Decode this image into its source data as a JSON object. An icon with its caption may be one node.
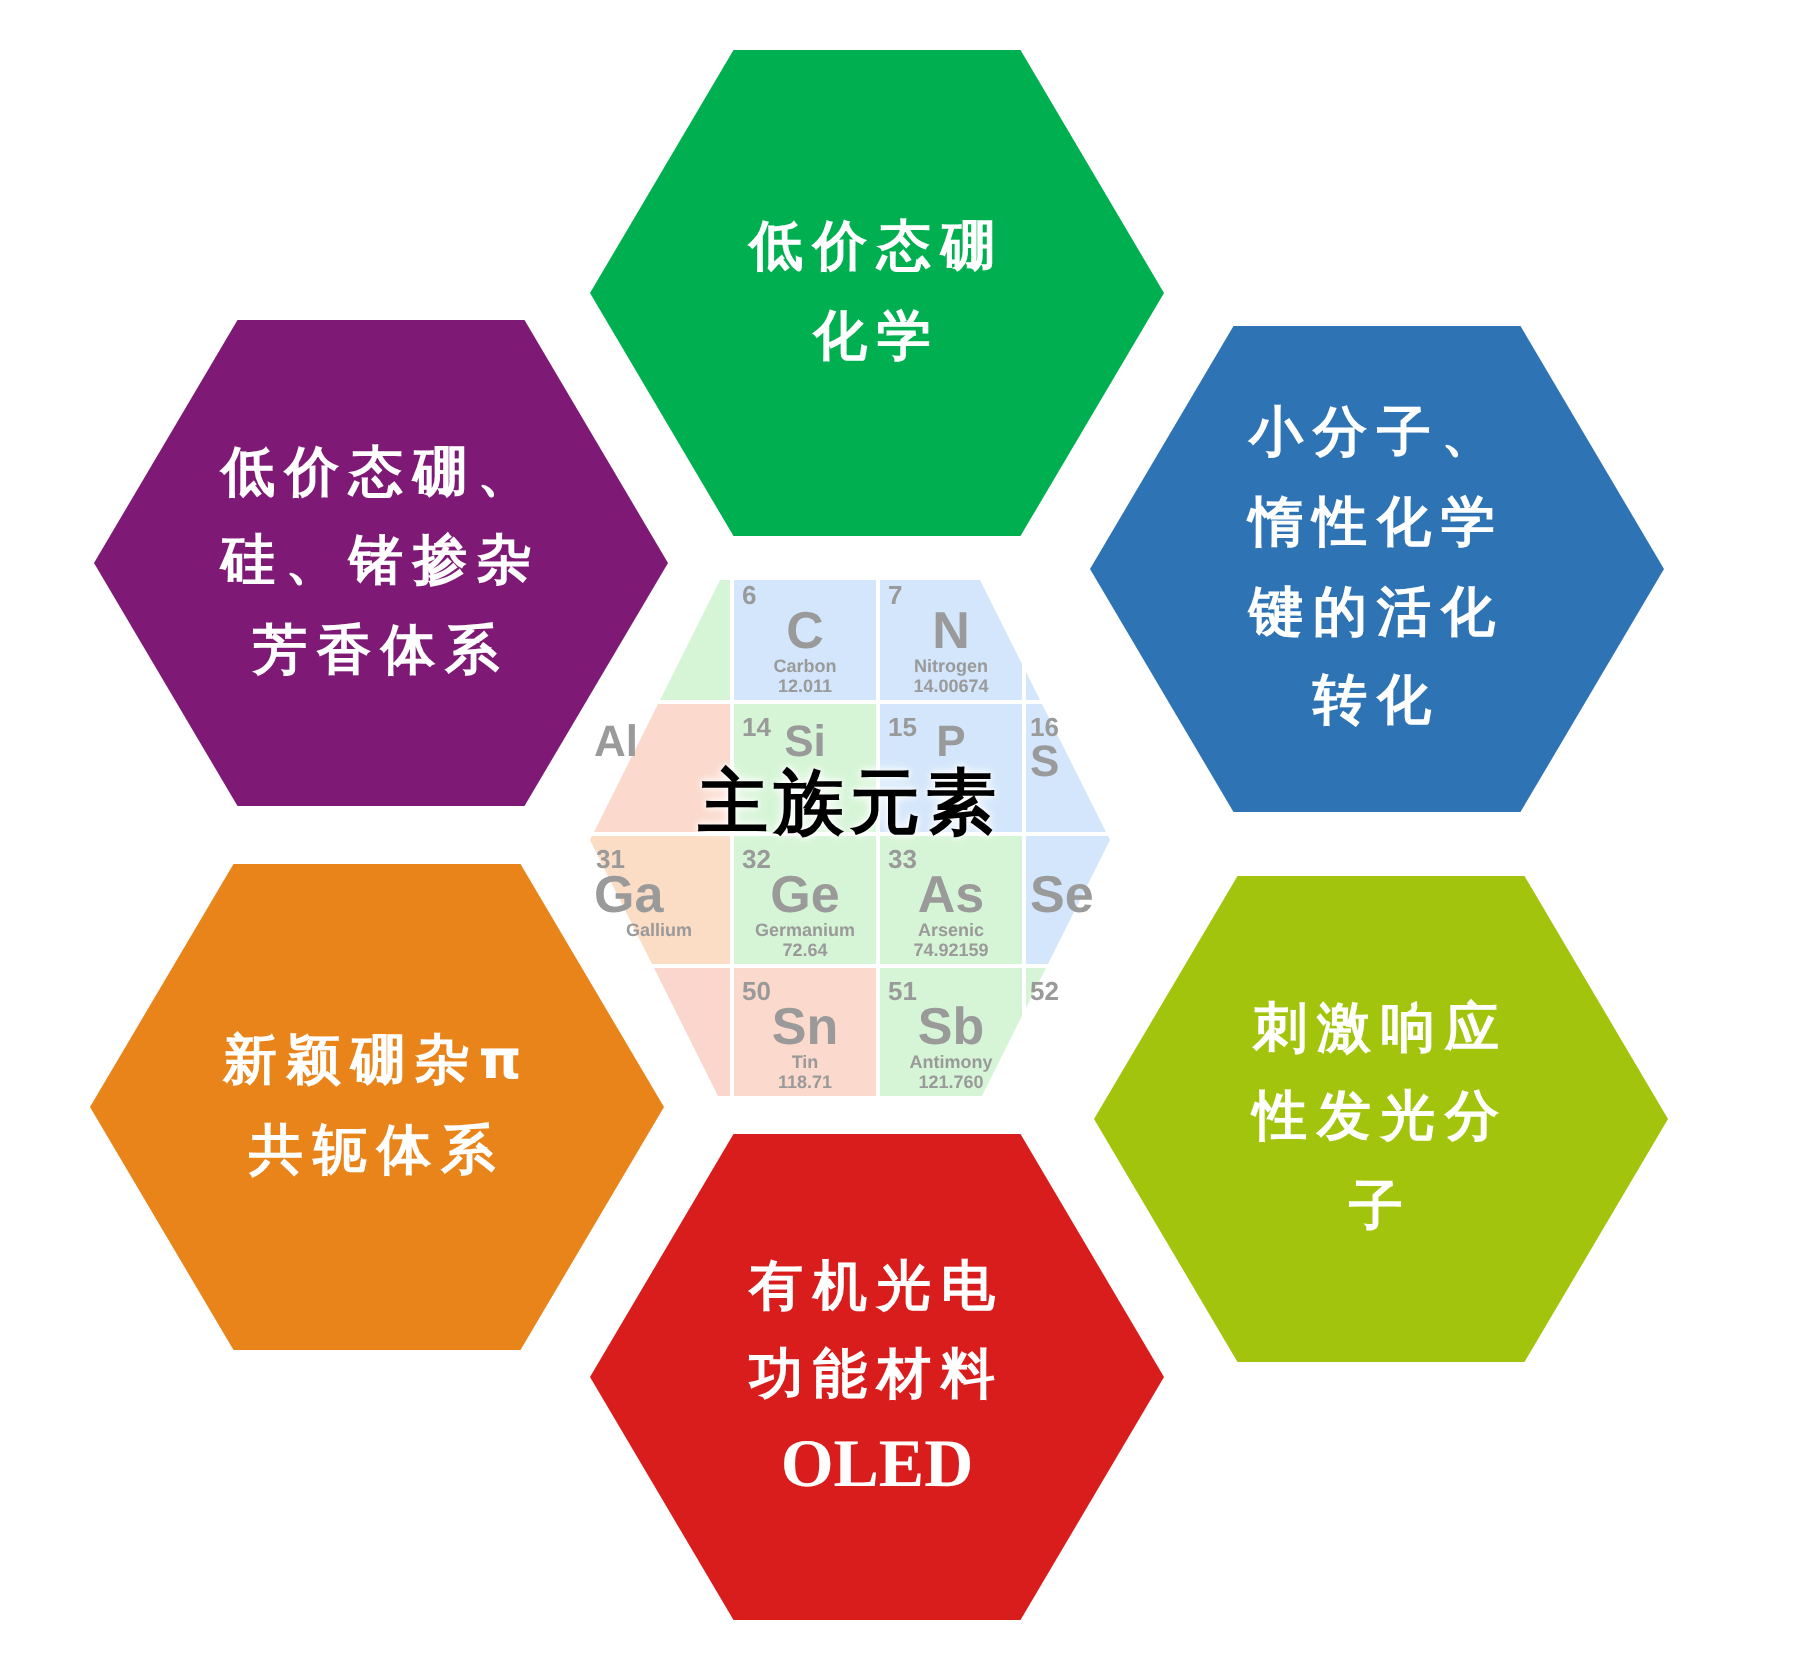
{
  "diagram": {
    "nodes": [
      {
        "text": [
          "低价态硼化学"
        ]
      },
      {
        "text": [
          "低价态硼、硅、锗掺杂芳香体系"
        ]
      },
      {
        "text": [
          "小分子、惰性化学键的活化转化"
        ]
      },
      {
        "text": [
          "主族元素"
        ]
      },
      {
        "text": [
          "新颖硼杂π共轭体系"
        ]
      },
      {
        "text": [
          "刺激响应性发光分子"
        ]
      },
      {
        "text": [
          "有机光电功能材料",
          "OLED"
        ]
      }
    ],
    "edges": [],
    "labels": [
      "6",
      "C",
      "Carbon",
      "12.011",
      "7",
      "N",
      "Nitrogen",
      "14.00674",
      "Al",
      "14",
      "Si",
      "15",
      "P",
      "16",
      "S",
      "31",
      "Ga",
      "Gallium",
      "32",
      "Ge",
      "Germanium",
      "72.64",
      "33",
      "As",
      "Arsenic",
      "74.92159",
      "Se",
      "50",
      "Sn",
      "Tin",
      "118.71",
      "51",
      "Sb",
      "Antimony",
      "121.760",
      "52"
    ]
  }
}
